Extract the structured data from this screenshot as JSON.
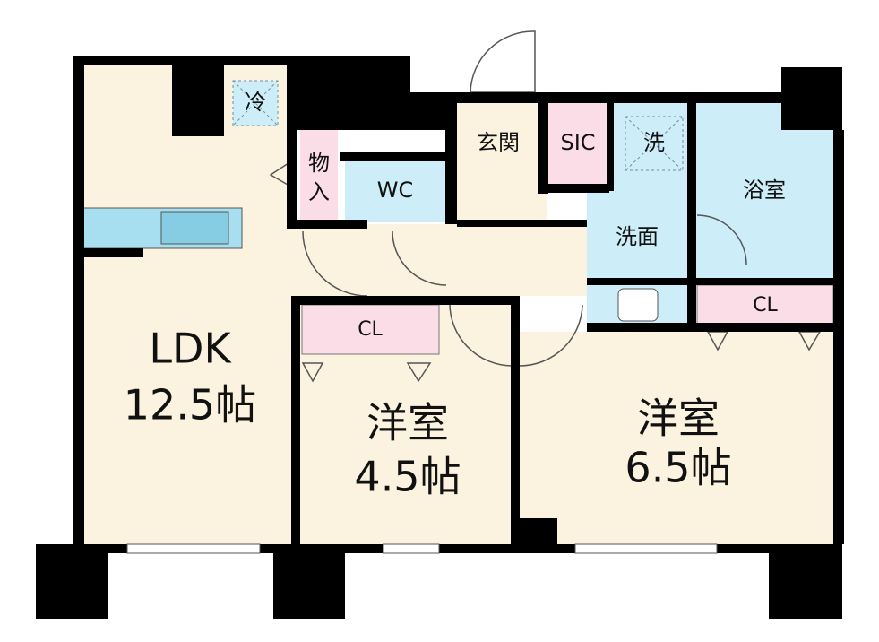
{
  "rooms": {
    "ldk": {
      "name": "LDK",
      "size": "12.5帖"
    },
    "western_a": {
      "name": "洋室",
      "size": "4.5帖"
    },
    "western_b": {
      "name": "洋室",
      "size": "6.5帖"
    },
    "entrance": "玄関",
    "sic": "SIC",
    "wc": "WC",
    "bath": "浴室",
    "washroom": "洗面",
    "storage_top": "物",
    "storage_bottom": "入",
    "fridge": "冷",
    "washer": "洗",
    "closet_a": "CL",
    "closet_b": "CL"
  },
  "colors": {
    "floor": "#fbf3df",
    "wet": "#cdeef8",
    "closet": "#fbdde8",
    "wall": "#000000",
    "counter": "#a7dff0"
  }
}
